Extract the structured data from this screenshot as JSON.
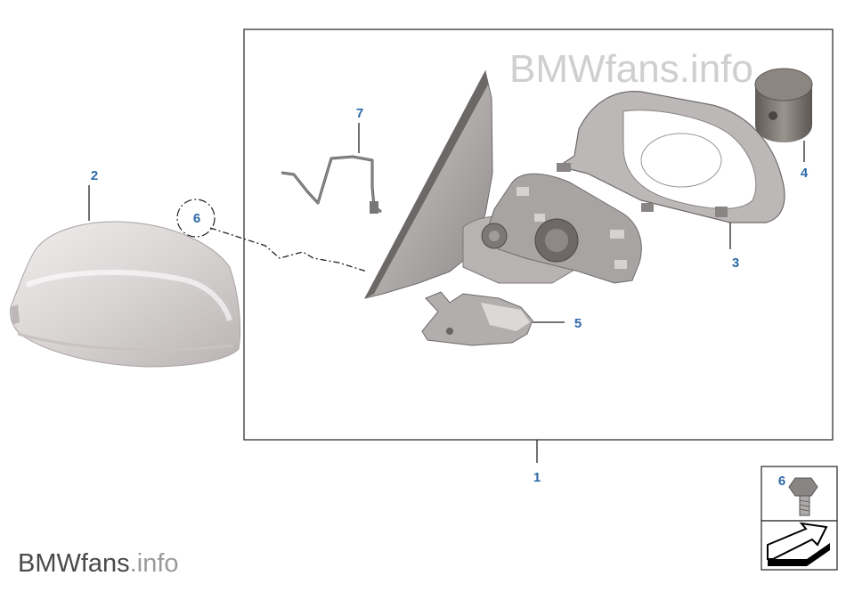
{
  "watermark_top": {
    "brand": "BMWfans",
    "suffix": ".info"
  },
  "watermark_bottom": {
    "brand": "BMWfans",
    "suffix": ".info"
  },
  "callouts": {
    "c1": "1",
    "c2": "2",
    "c3": "3",
    "c4": "4",
    "c5": "5",
    "c6": "6",
    "c7": "7",
    "c6_legend": "6"
  },
  "colors": {
    "frame": "#333333",
    "callout_text": "#2d6aa8",
    "watermark": "#c8c8c8",
    "watermark_bottom": "#444444"
  }
}
